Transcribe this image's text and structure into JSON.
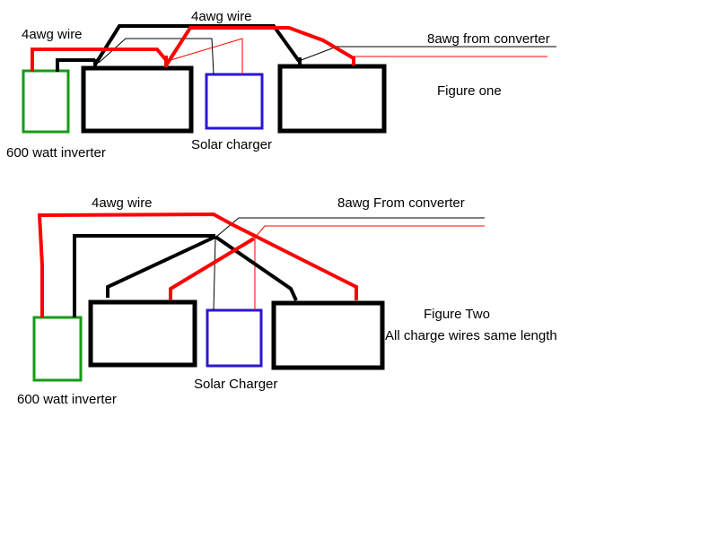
{
  "colors": {
    "background": "#ffffff",
    "battery_outline": "#000000",
    "inverter_outline": "#169b16",
    "solar_charger_outline": "#2a17d2",
    "positive_wire": "#ff0000",
    "negative_wire": "#000000"
  },
  "figure_one": {
    "caption": "Figure one",
    "wire_label_left": "4awg wire",
    "wire_label_center": "4awg wire",
    "converter_label": "8awg from converter",
    "inverter_label": "600 watt inverter",
    "solar_label": "Solar charger"
  },
  "figure_two": {
    "caption": "Figure Two",
    "note": "All charge wires same length",
    "wire_label": "4awg wire",
    "converter_label": "8awg From converter",
    "inverter_label": "600 watt inverter",
    "solar_label": "Solar Charger"
  }
}
